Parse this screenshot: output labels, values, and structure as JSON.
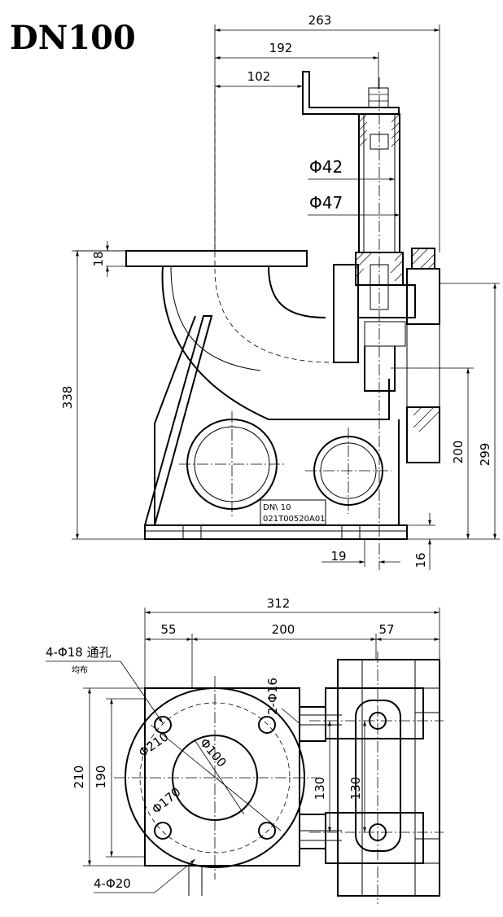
{
  "title": "DN100",
  "side_view": {
    "dims": {
      "overall_width": "263",
      "width_192": "192",
      "width_102": "102",
      "flange_thickness": "18",
      "height_338": "338",
      "dia_42": "Φ42",
      "dia_47": "Φ47",
      "height_200": "200",
      "height_299": "299",
      "offset_19": "19",
      "base_16": "16"
    },
    "nameplate": {
      "line1": "DN\\ 10",
      "line2": "021T00520A01"
    }
  },
  "top_view": {
    "dims": {
      "overall_width": "312",
      "left_55": "55",
      "mid_200": "200",
      "right_57": "57",
      "holes_note": "4-Φ18 通孔",
      "holes_note2": "均布",
      "slot_holes": "2-Φ16",
      "dia_210": "Φ210",
      "dia_100": "Φ100",
      "dia_170": "Φ170",
      "height_210": "210",
      "height_190": "190",
      "span_130a": "130",
      "span_130b": "130",
      "base_holes": "4-Φ20"
    }
  }
}
